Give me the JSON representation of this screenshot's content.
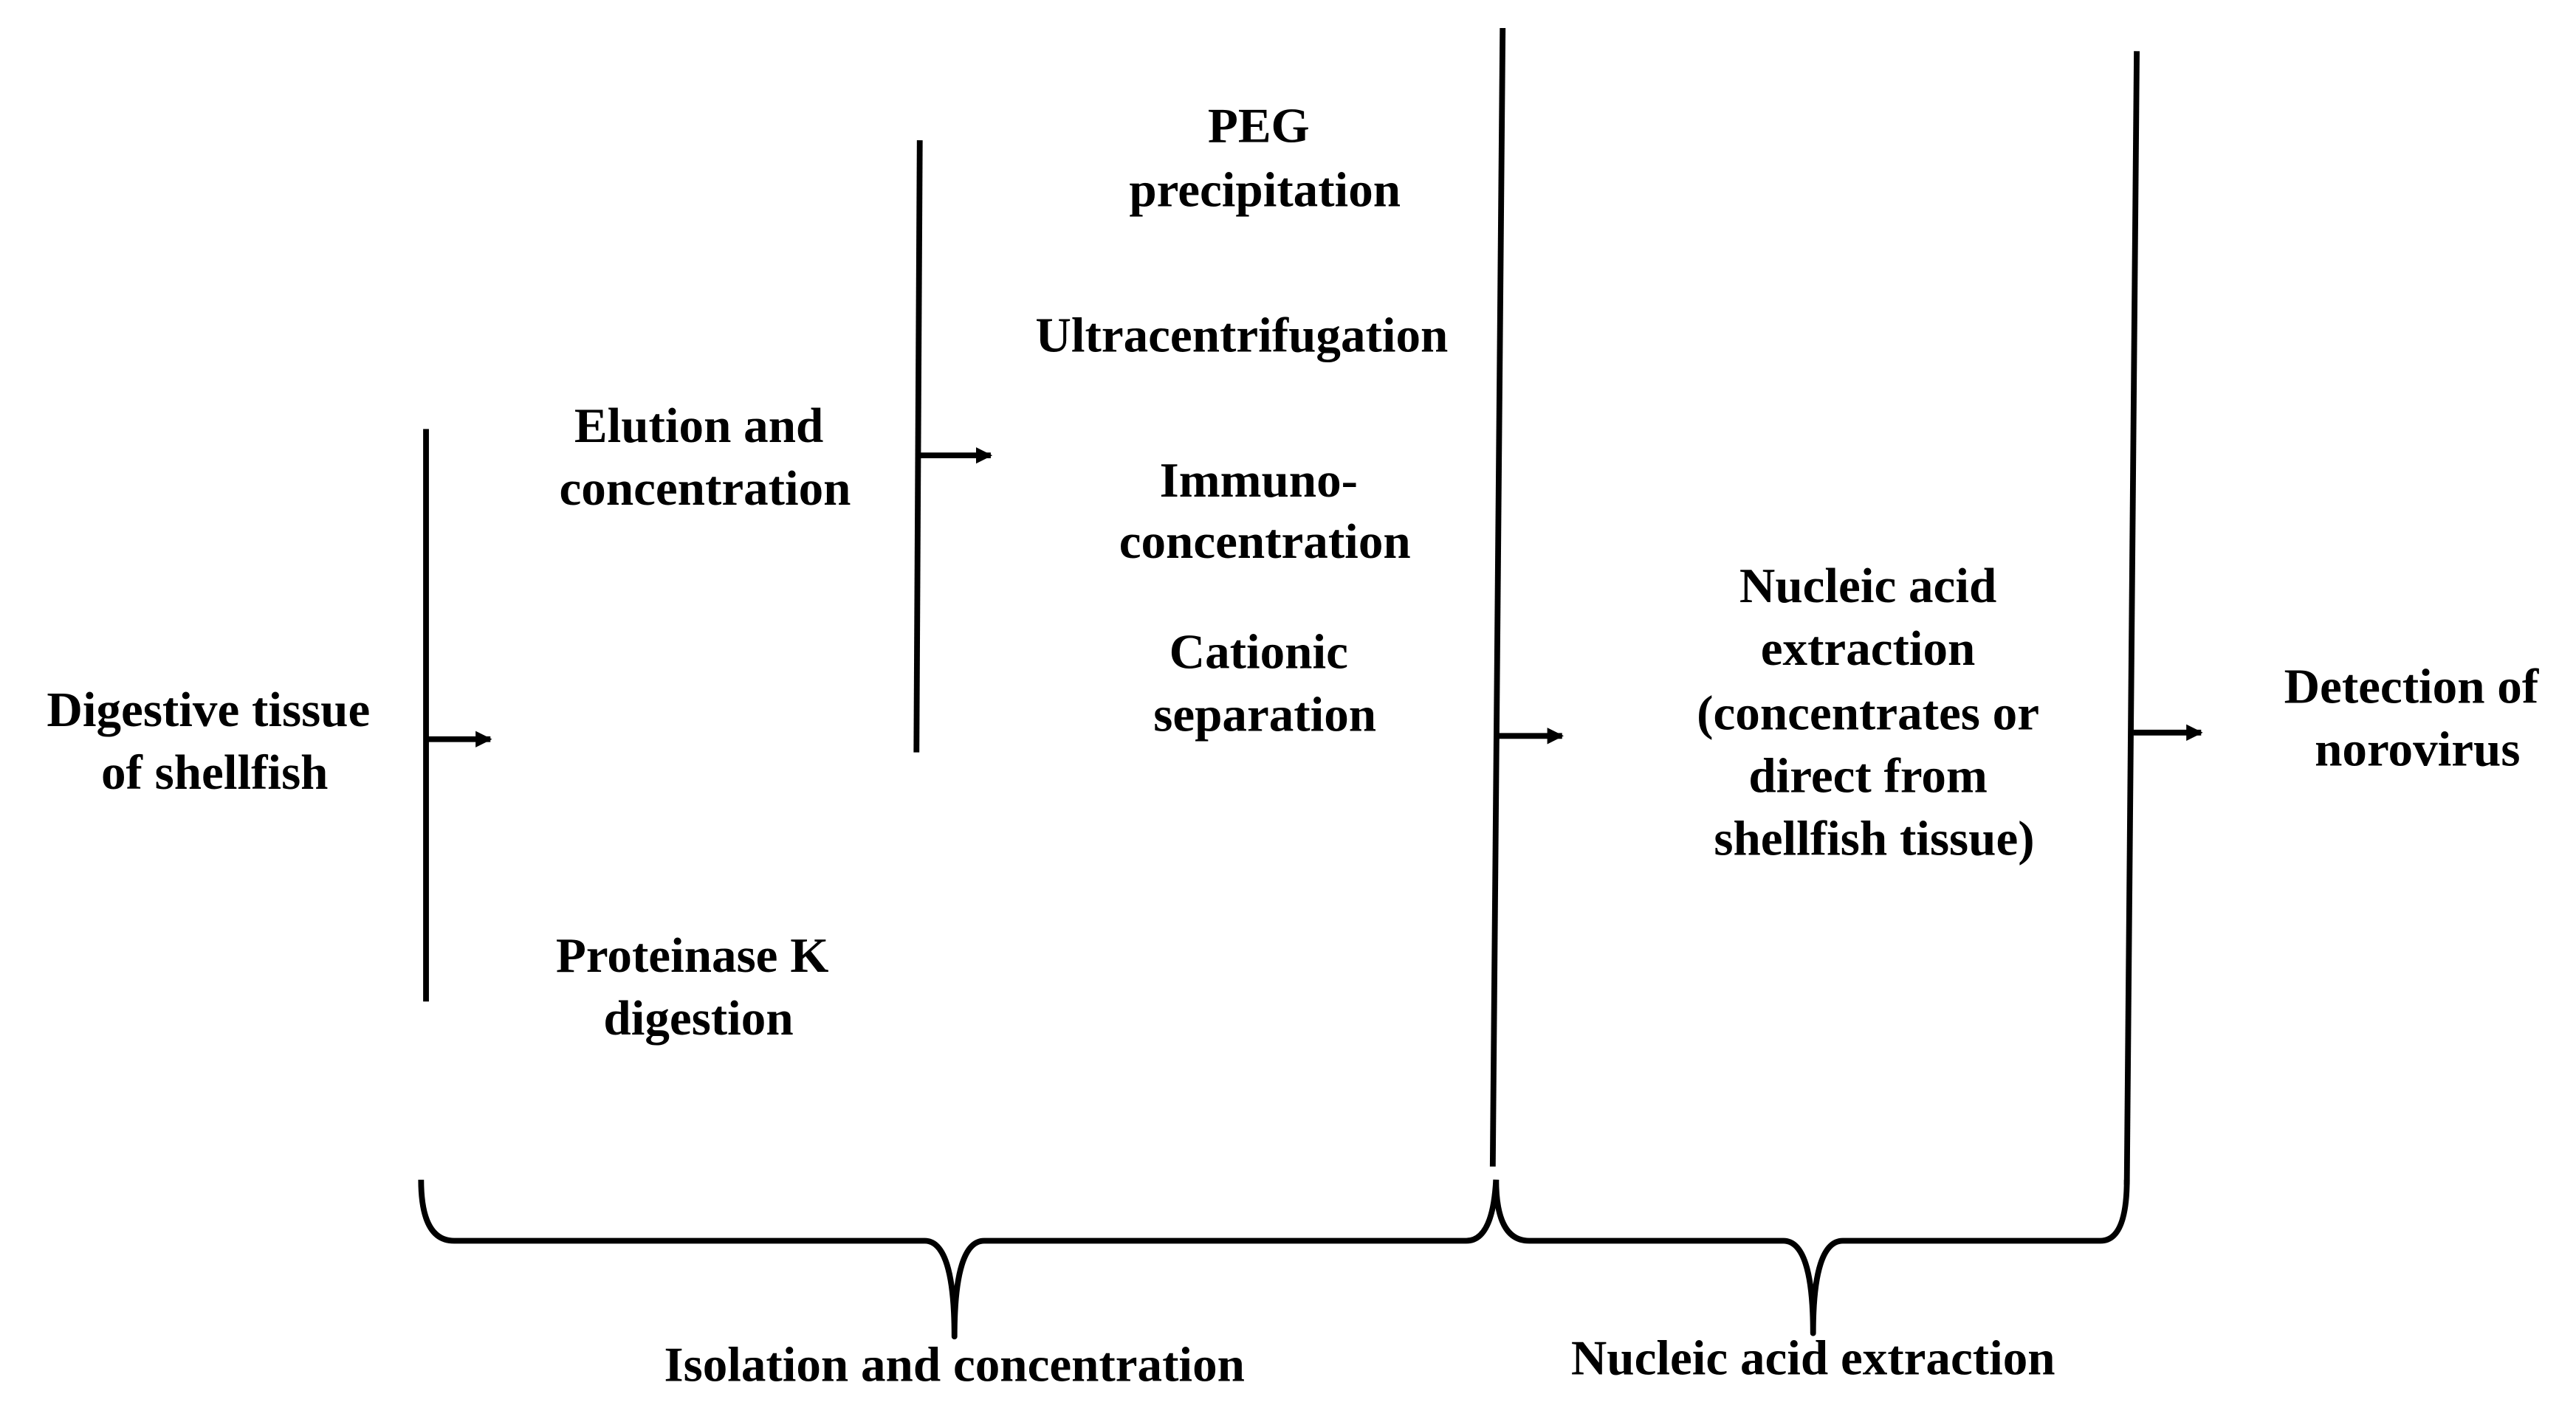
{
  "nodes": {
    "source": [
      "Digestive tissue",
      "of shellfish"
    ],
    "elution": [
      "Elution and",
      "concentration"
    ],
    "proteinase": [
      "Proteinase K",
      "digestion"
    ],
    "peg": [
      "PEG",
      "precipitation"
    ],
    "ultracentrifugation": [
      "Ultracentrifugation"
    ],
    "immuno": [
      "Immuno-",
      "concentration"
    ],
    "cationic": [
      "Cationic",
      "separation"
    ],
    "extraction": [
      "Nucleic acid",
      "extraction",
      "(concentrates or",
      "direct from",
      "shellfish tissue)"
    ],
    "detection": [
      "Detection of",
      "norovirus"
    ]
  },
  "stages": {
    "isolation": "Isolation and concentration",
    "nucleic_acid": "Nucleic acid extraction"
  }
}
